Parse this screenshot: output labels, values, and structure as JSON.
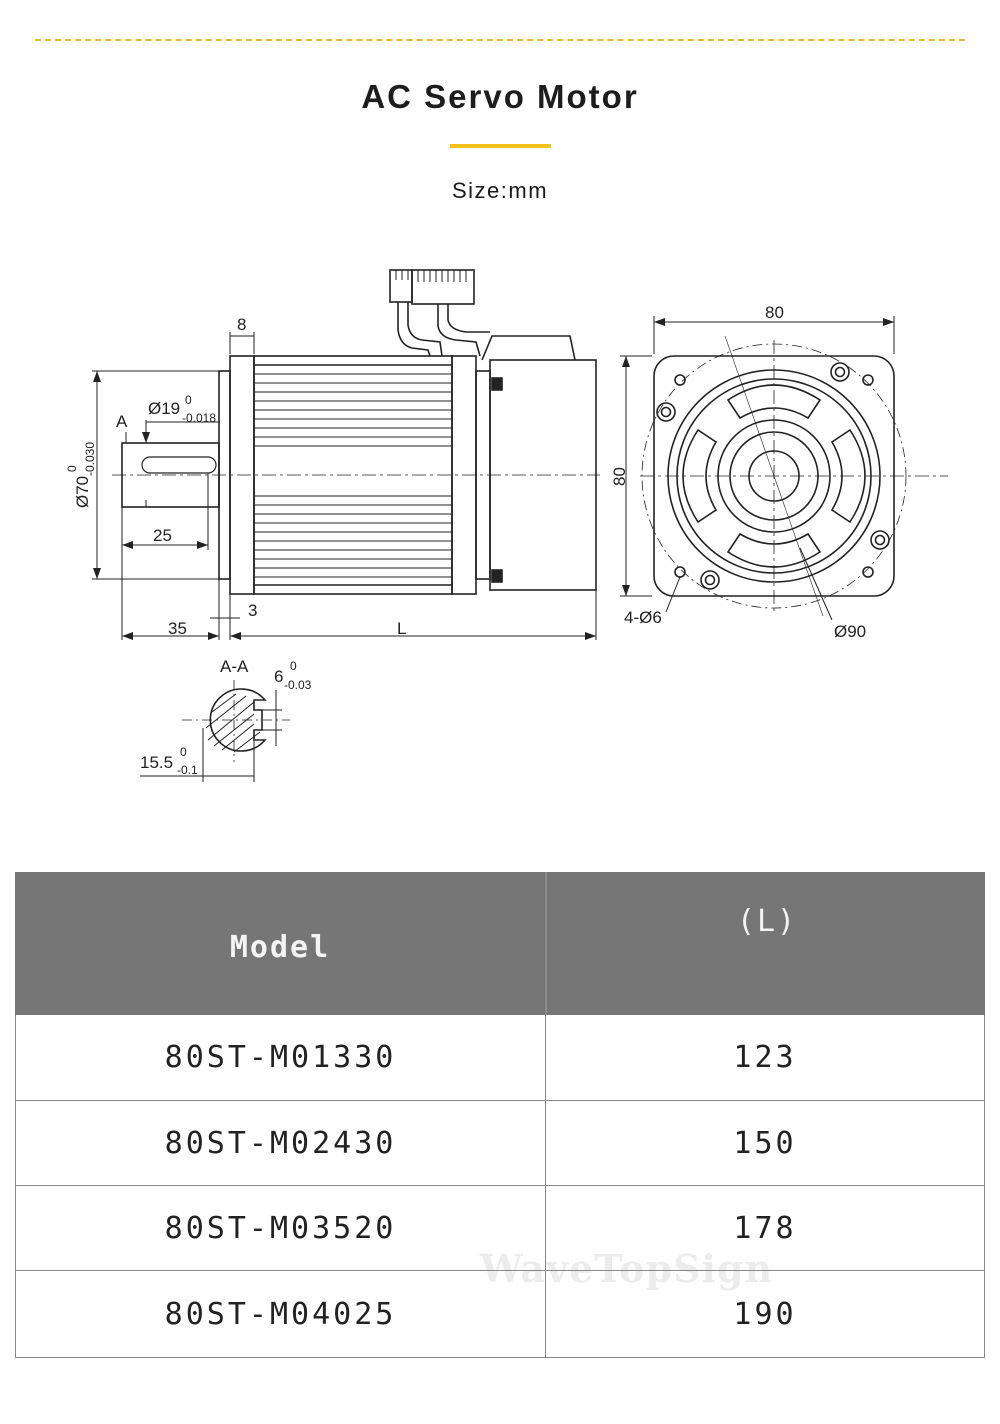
{
  "header": {
    "title": "AC Servo Motor",
    "subtitle": "Size:mm"
  },
  "colors": {
    "accent": "#f2c21b",
    "table_header_bg": "#767676",
    "line": "#222222"
  },
  "drawing": {
    "labels": {
      "flange_thickness": "8",
      "shaft_diameter": "Ø19",
      "shaft_diameter_tol_upper": "0",
      "shaft_diameter_tol_lower": "-0.018",
      "section_mark": "A",
      "pilot_diameter": "Ø70",
      "pilot_diameter_tol_upper": "0",
      "pilot_diameter_tol_lower": "-0.030",
      "key_length": "25",
      "pilot_depth": "3",
      "shaft_length": "35",
      "body_length": "L",
      "flange_width": "80",
      "flange_height": "80",
      "mounting_holes": "4-Ø6",
      "bolt_circle": "Ø90",
      "section_title": "A-A",
      "key_width": "6",
      "key_width_tol_upper": "0",
      "key_width_tol_lower": "-0.03",
      "key_depth": "15.5",
      "key_depth_tol_upper": "0",
      "key_depth_tol_lower": "-0.1"
    }
  },
  "table": {
    "headers": {
      "model": "Model",
      "length": "(L)"
    },
    "rows": [
      {
        "model": "80ST-M01330",
        "length": "123"
      },
      {
        "model": "80ST-M02430",
        "length": "150"
      },
      {
        "model": "80ST-M03520",
        "length": "178"
      },
      {
        "model": "80ST-M04025",
        "length": "190"
      }
    ]
  },
  "watermark": "WaveTopSign"
}
